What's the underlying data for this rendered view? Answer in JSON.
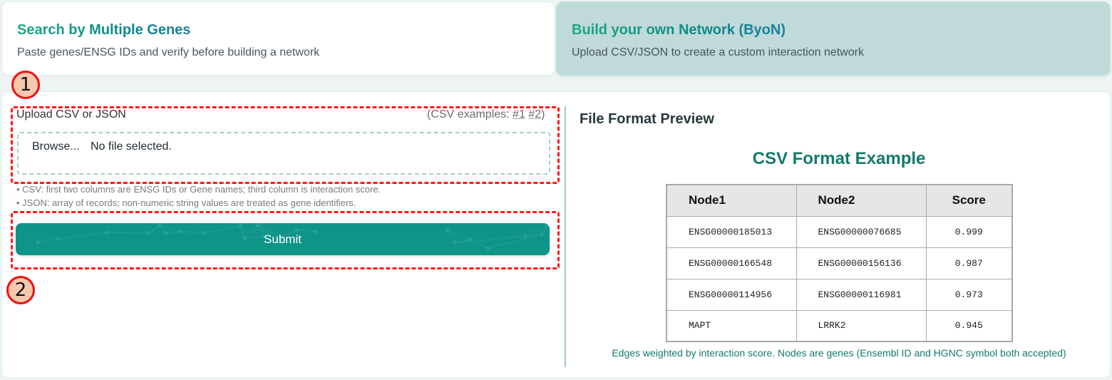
{
  "tabs": [
    {
      "title": "Search by Multiple Genes",
      "subtitle": "Paste genes/ENSG IDs and verify before building a network",
      "active": false
    },
    {
      "title": "Build your own Network (ByoN)",
      "subtitle": "Upload CSV/JSON to create a custom interaction network",
      "active": true
    }
  ],
  "upload": {
    "label": "Upload CSV or JSON",
    "examples_prefix": "(CSV examples: ",
    "example_links": [
      "#1",
      "#2"
    ],
    "examples_suffix": ")",
    "browse_label": "Browse...",
    "file_status": "No file selected.",
    "hints": [
      "• CSV: first two columns are ENSG IDs or Gene names; third column is interaction score.",
      "• JSON: array of records; non-numeric string values are treated as gene identifiers."
    ],
    "submit_label": "Submit"
  },
  "annotations": [
    "1",
    "2"
  ],
  "preview": {
    "title": "File Format Preview",
    "csv_title": "CSV Format Example",
    "columns": [
      "Node1",
      "Node2",
      "Score"
    ],
    "rows": [
      [
        "ENSG00000185013",
        "ENSG00000076685",
        "0.999"
      ],
      [
        "ENSG00000166548",
        "ENSG00000156136",
        "0.987"
      ],
      [
        "ENSG00000114956",
        "ENSG00000116981",
        "0.973"
      ],
      [
        "MAPT",
        "LRRK2",
        "0.945"
      ]
    ],
    "caption": "Edges weighted by interaction score. Nodes are genes (Ensembl ID and HGNC symbol both accepted)"
  },
  "colors": {
    "accent": "#0f9488",
    "title_gradient_start": "#1aa884",
    "title_gradient_end": "#1a7fa0",
    "active_tab_bg": "#c0d9d9",
    "annotation_border": "#ee1111",
    "annotation_fill": "#f6c8ad"
  }
}
